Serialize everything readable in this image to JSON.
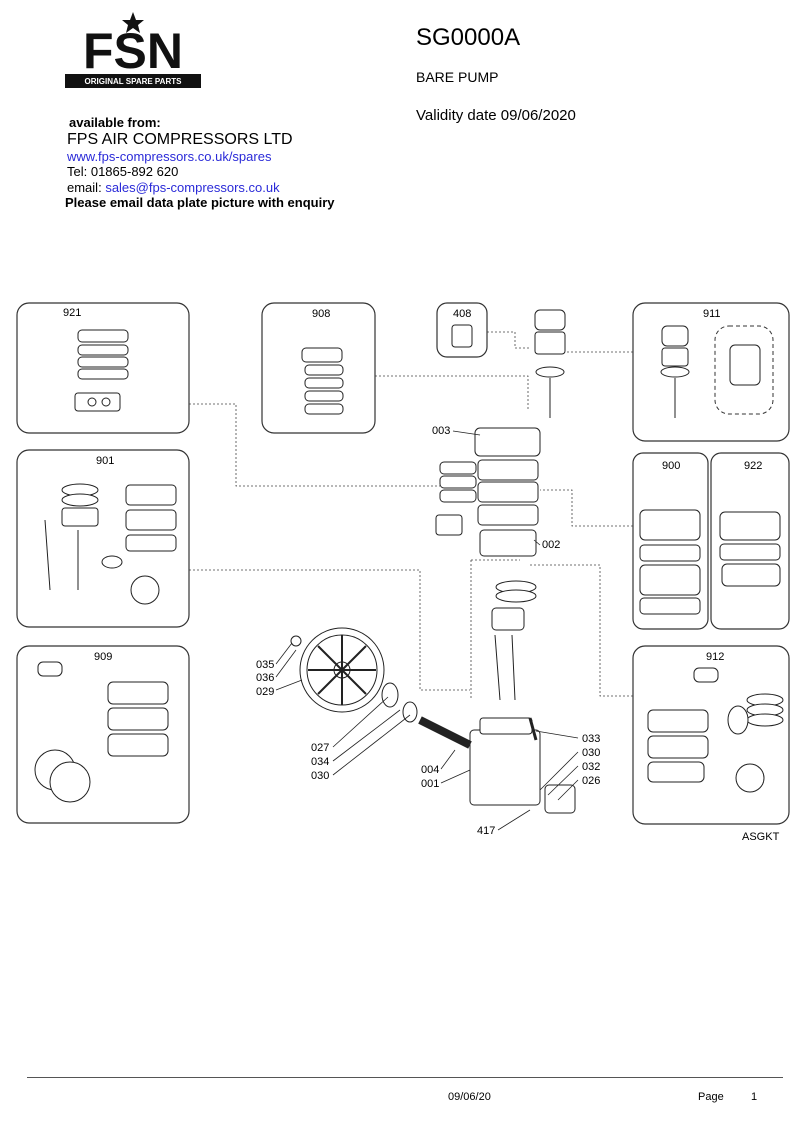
{
  "header": {
    "logo_text": "FSN",
    "logo_tagline": "ORIGINAL SPARE PARTS",
    "code": "SG0000A",
    "subtitle": "BARE PUMP",
    "validity": "Validity date 09/06/2020"
  },
  "supplier": {
    "available_label": "available from:",
    "company": "FPS AIR COMPRESSORS LTD",
    "website": "www.fps-compressors.co.uk/spares",
    "tel": "Tel: 01865-892 620",
    "email_label": "email:",
    "email": "sales@fps-compressors.co.uk",
    "note": "Please email data plate picture with enquiry"
  },
  "kits": {
    "k921": "921",
    "k908": "908",
    "k408": "408",
    "k911": "911",
    "k901": "901",
    "k900": "900",
    "k922": "922",
    "k909": "909",
    "k912": "912"
  },
  "parts": {
    "p003": "003",
    "p002": "002",
    "p035": "035",
    "p036": "036",
    "p029": "029",
    "p027": "027",
    "p034": "034",
    "p030a": "030",
    "p004": "004",
    "p001": "001",
    "p033": "033",
    "p030b": "030",
    "p032": "032",
    "p026": "026",
    "p417": "417"
  },
  "asgkt": "ASGKT",
  "footer": {
    "date": "09/06/20",
    "page_label": "Page",
    "page_number": "1"
  }
}
